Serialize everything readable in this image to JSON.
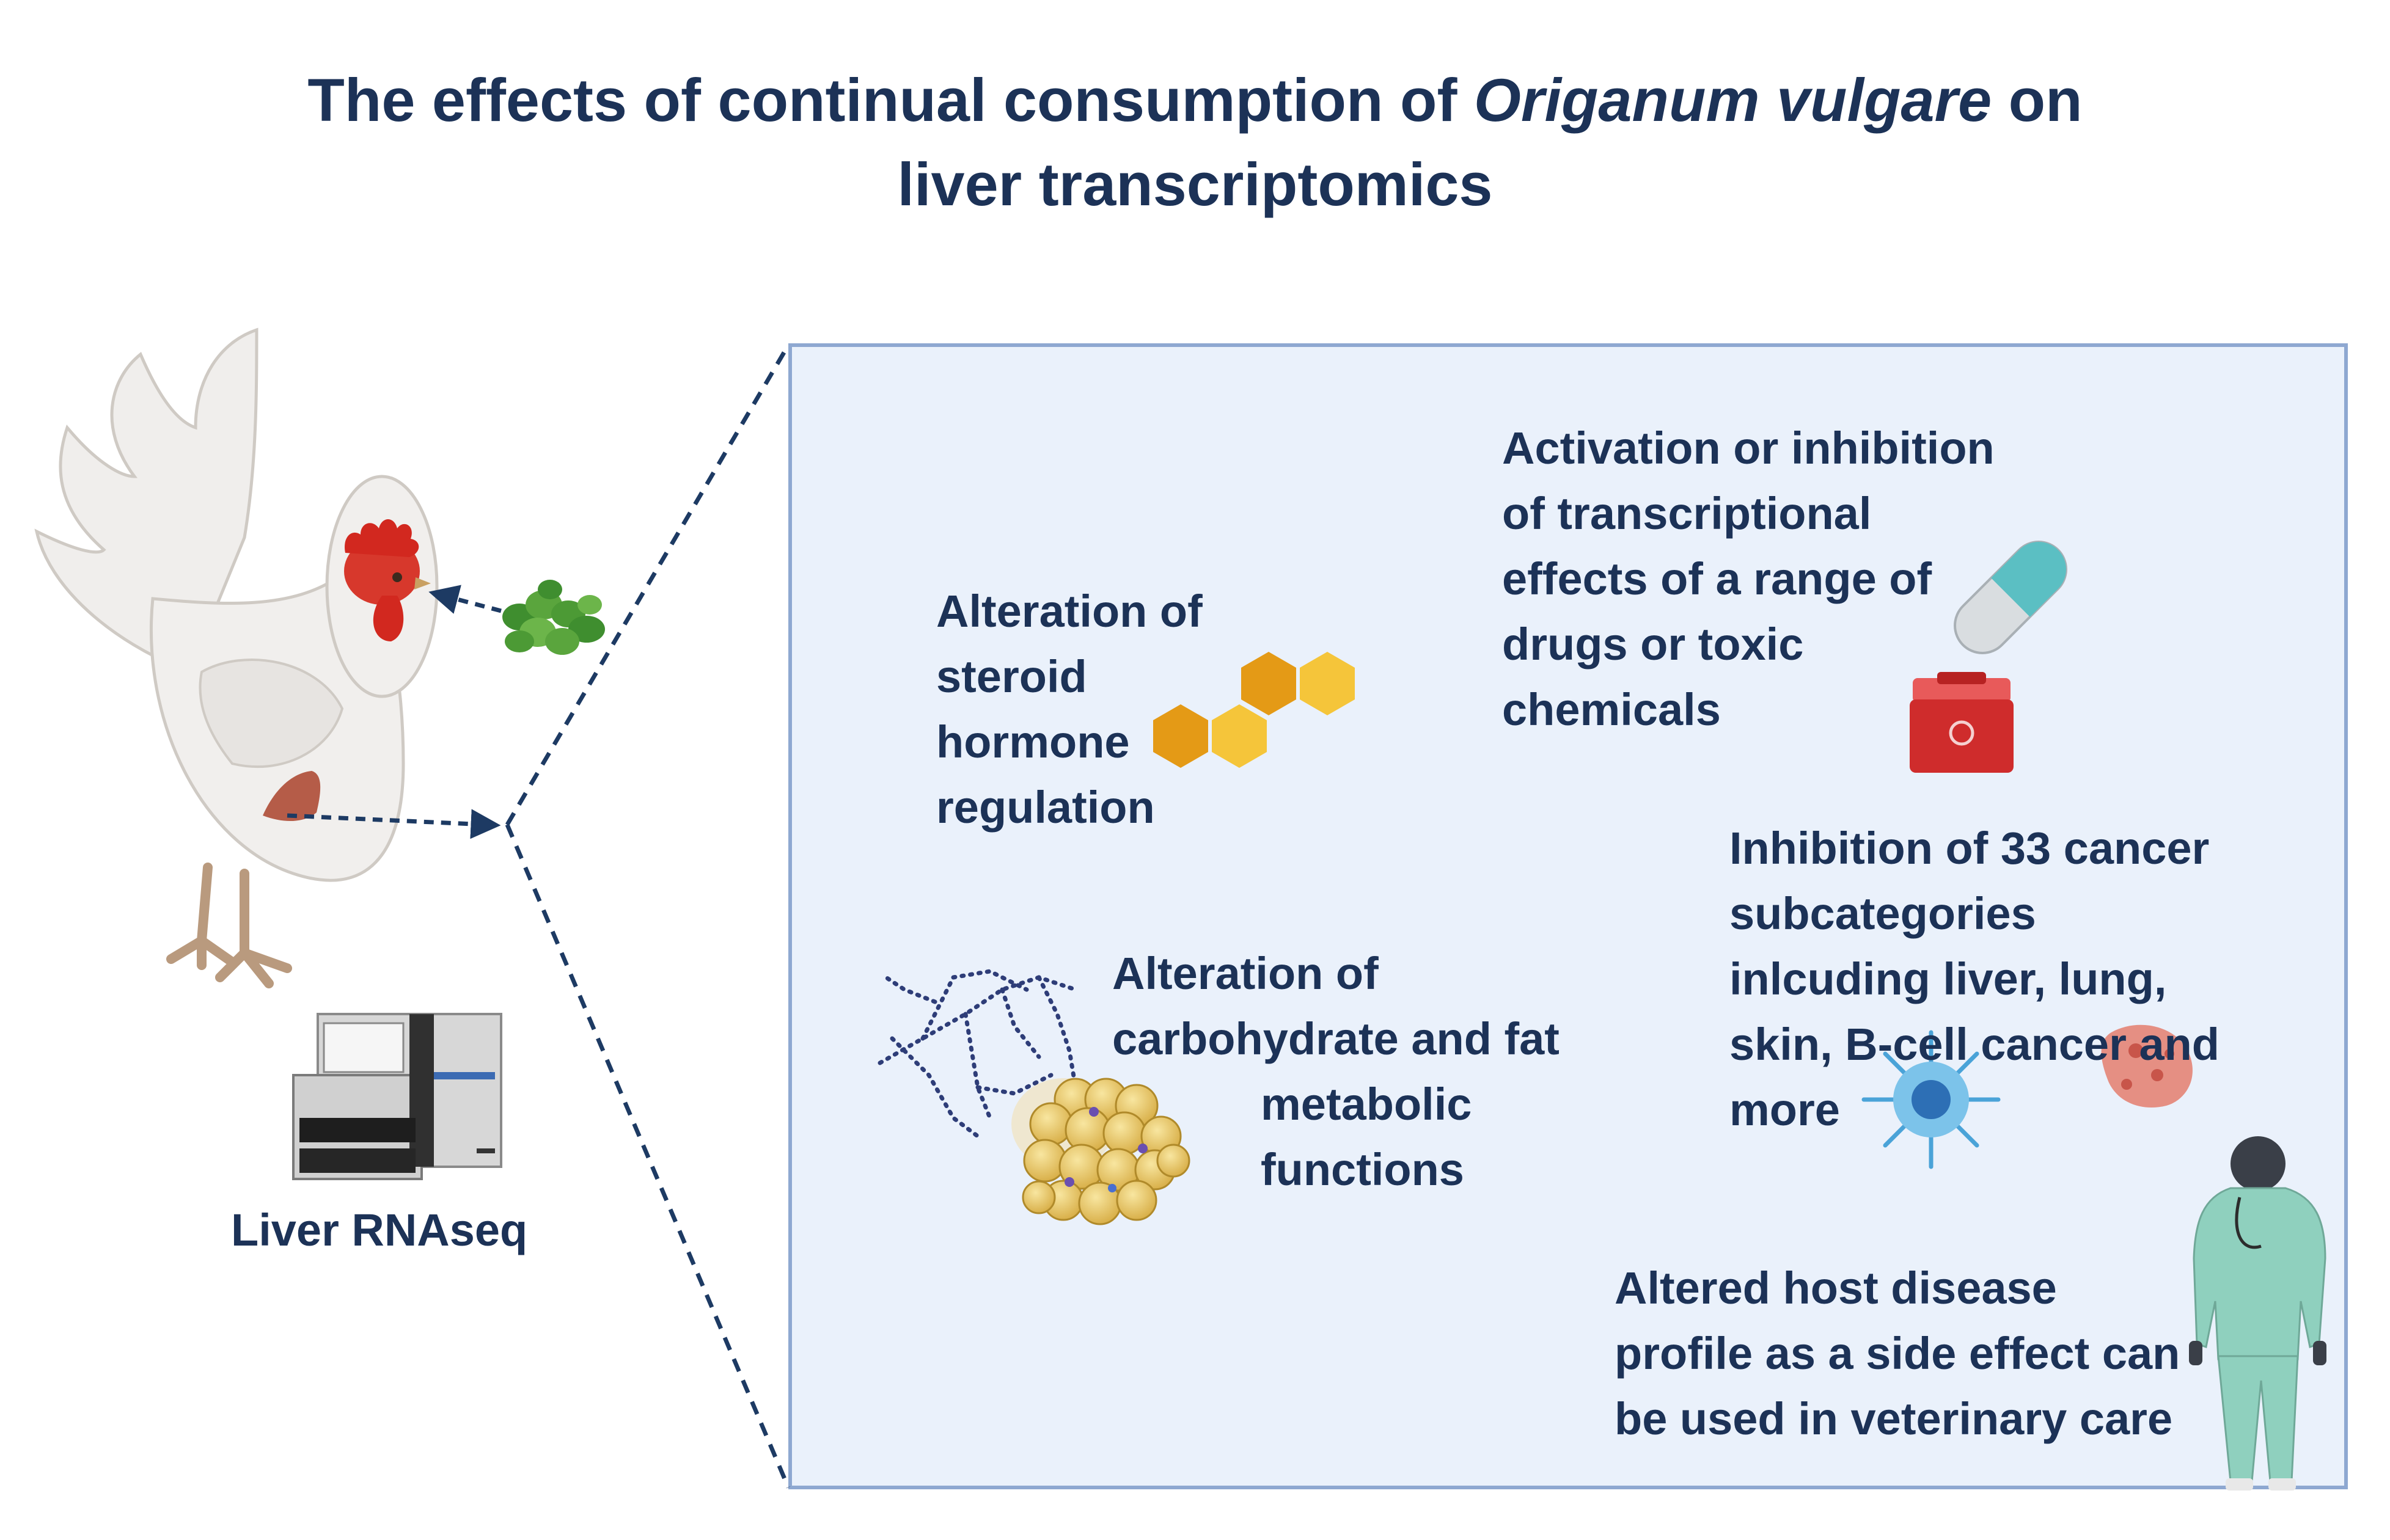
{
  "title": {
    "line1_prefix": "The effects of continual consumption of ",
    "line1_italic": "Origanum vulgare",
    "line1_suffix": " on",
    "line2": "liver transcriptomics"
  },
  "left": {
    "rnaseq_label": "Liver RNAseq"
  },
  "findings": {
    "steroid": [
      "Alteration of",
      "steroid",
      "hormone",
      "regulation"
    ],
    "drugs": [
      "Activation or inhibition",
      "of transcriptional",
      "effects of a range of",
      "drugs or toxic",
      "chemicals"
    ],
    "carb": [
      "Alteration of",
      "carbohydrate and fat",
      "metabolic",
      "functions"
    ],
    "cancer": [
      "Inhibition of 33 cancer",
      "subcategories",
      "inlcuding liver, lung,",
      "skin, B-cell cancer and",
      "more"
    ],
    "disease": [
      "Altered host disease",
      "profile as a side effect can",
      "be used in veterinary care"
    ]
  },
  "colors": {
    "title": "#1c3257",
    "panel_fill": "#eaf1fb",
    "panel_border": "#8ea8d1",
    "arrow": "#1d3a63",
    "hex_dark": "#e49a16",
    "hex_light": "#f5c53a"
  },
  "icons": [
    "rooster-illustration",
    "oregano-leaves-icon",
    "liver-icon",
    "sequencer-machine-icon",
    "steroid-hexagon-icon",
    "pill-capsule-icon",
    "biohazard-container-icon",
    "glycogen-network-icon",
    "adipose-cells-icon",
    "immune-cell-icon",
    "cancer-cell-icon",
    "veterinarian-figure-icon"
  ]
}
